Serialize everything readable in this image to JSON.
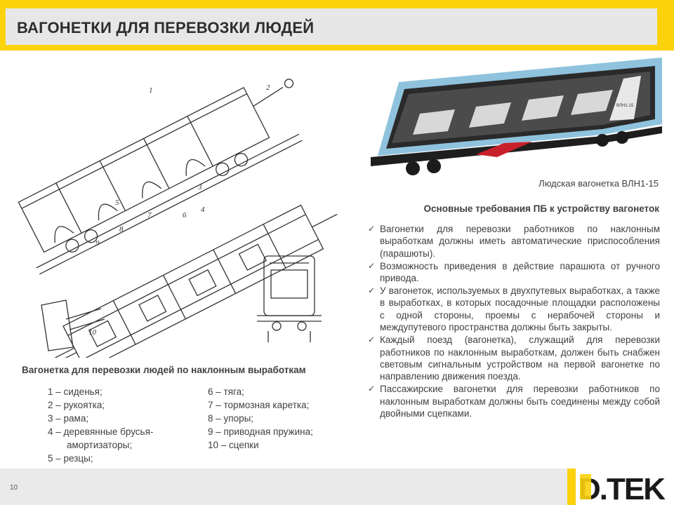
{
  "header": {
    "title": "ВАГОНЕТКИ ДЛЯ ПЕРЕВОЗКИ ЛЮДЕЙ"
  },
  "drawing": {
    "caption": "Вагонетка для перевозки людей по наклонным выработкам",
    "callouts": [
      "1",
      "2",
      "3",
      "4",
      "5",
      "6",
      "7",
      "8",
      "9",
      "10"
    ]
  },
  "legend": {
    "col1": [
      "1 – сиденья;",
      "2 – рукоятка;",
      "3 – рама;",
      "4 – деревянные брусья-",
      "амортизаторы;",
      "5 – резцы;"
    ],
    "col2": [
      "6 – тяга;",
      "7 – тормозная каретка;",
      "8 – упоры;",
      "9 – приводная пружина;",
      "10 – сцепки"
    ]
  },
  "photo": {
    "caption": "Людская вагонетка ВЛН1-15",
    "car_label": "ВЛН1-15"
  },
  "requirements": {
    "title": "Основные требования ПБ к устройству вагонеток",
    "items": [
      "Вагонетки для перевозки работников по наклонным выработкам должны иметь автоматические приспособления (парашюты).",
      "Возможность приведения в действие парашюта от ручного привода.",
      "У вагонеток, используемых в двухпутевых выработках, а также в выработках, в которых посадочные площадки расположены с одной стороны, проемы с нерабочей стороны и междупутевого пространства должны быть закрыты.",
      "Каждый поезд (вагонетка), служащий для перевозки работников по наклонным выработкам, должен быть снабжен световым сигнальным устройством на первой вагонетке по направлению движения поезда.",
      "Пассажирские вагонетки для перевозки работников по наклонным выработкам должны быть соединены между собой двойными сцепками."
    ]
  },
  "footer": {
    "page_number": "10",
    "logo_text": "D.TEK"
  },
  "colors": {
    "accent": "#fcd20c",
    "header_bg": "#e7e7e7",
    "footer_bg": "#eaeaea"
  }
}
